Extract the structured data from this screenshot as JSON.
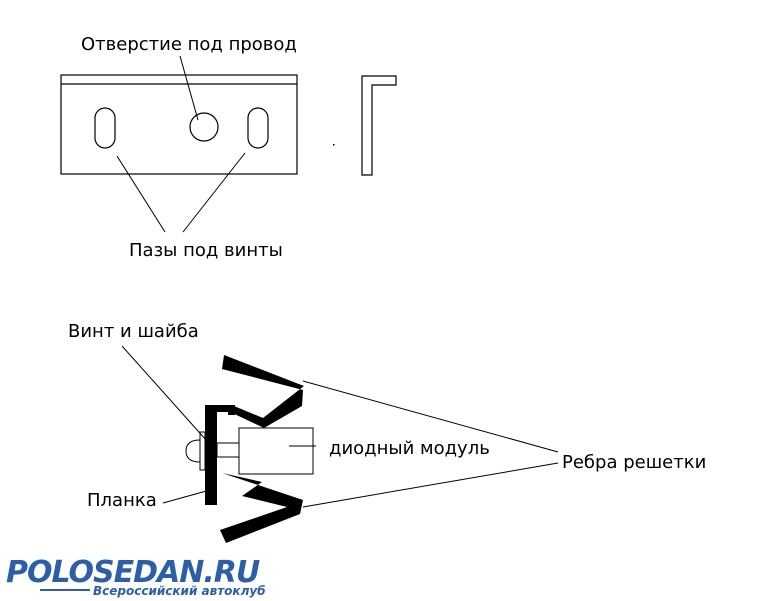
{
  "labels": {
    "wire_hole": "Отверстие под провод",
    "screw_slots": "Пазы под винты",
    "screw_and_washer": "Винт и шайба",
    "diode_module": "диодный модуль",
    "grille_ribs": "Ребра решетки",
    "strip": "Планка"
  },
  "logo": {
    "title": "POLOSEDAN.RU",
    "subtitle": "Всероссийский автоклуб",
    "color": "#2d5ea8"
  }
}
